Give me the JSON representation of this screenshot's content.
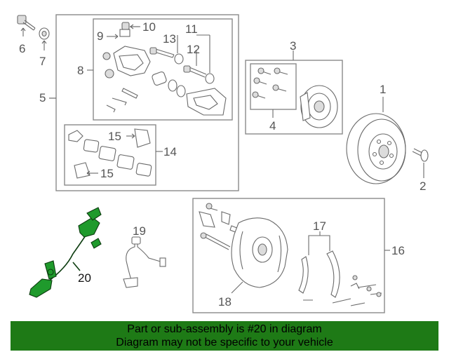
{
  "callouts": {
    "c1": "1",
    "c2": "2",
    "c3": "3",
    "c4": "4",
    "c5": "5",
    "c6": "6",
    "c7": "7",
    "c8": "8",
    "c9": "9",
    "c10": "10",
    "c11": "11",
    "c12": "12",
    "c13": "13",
    "c14": "14",
    "c15a": "15",
    "c15b": "15",
    "c16": "16",
    "c17": "17",
    "c18": "18",
    "c19": "19",
    "c20": "20"
  },
  "highlight_color": "#1f9a2c",
  "banner": {
    "line1": "Part or sub-assembly is #20 in diagram",
    "line2": "Diagram may not be specific to your vehicle",
    "background": "#1e7a16"
  }
}
